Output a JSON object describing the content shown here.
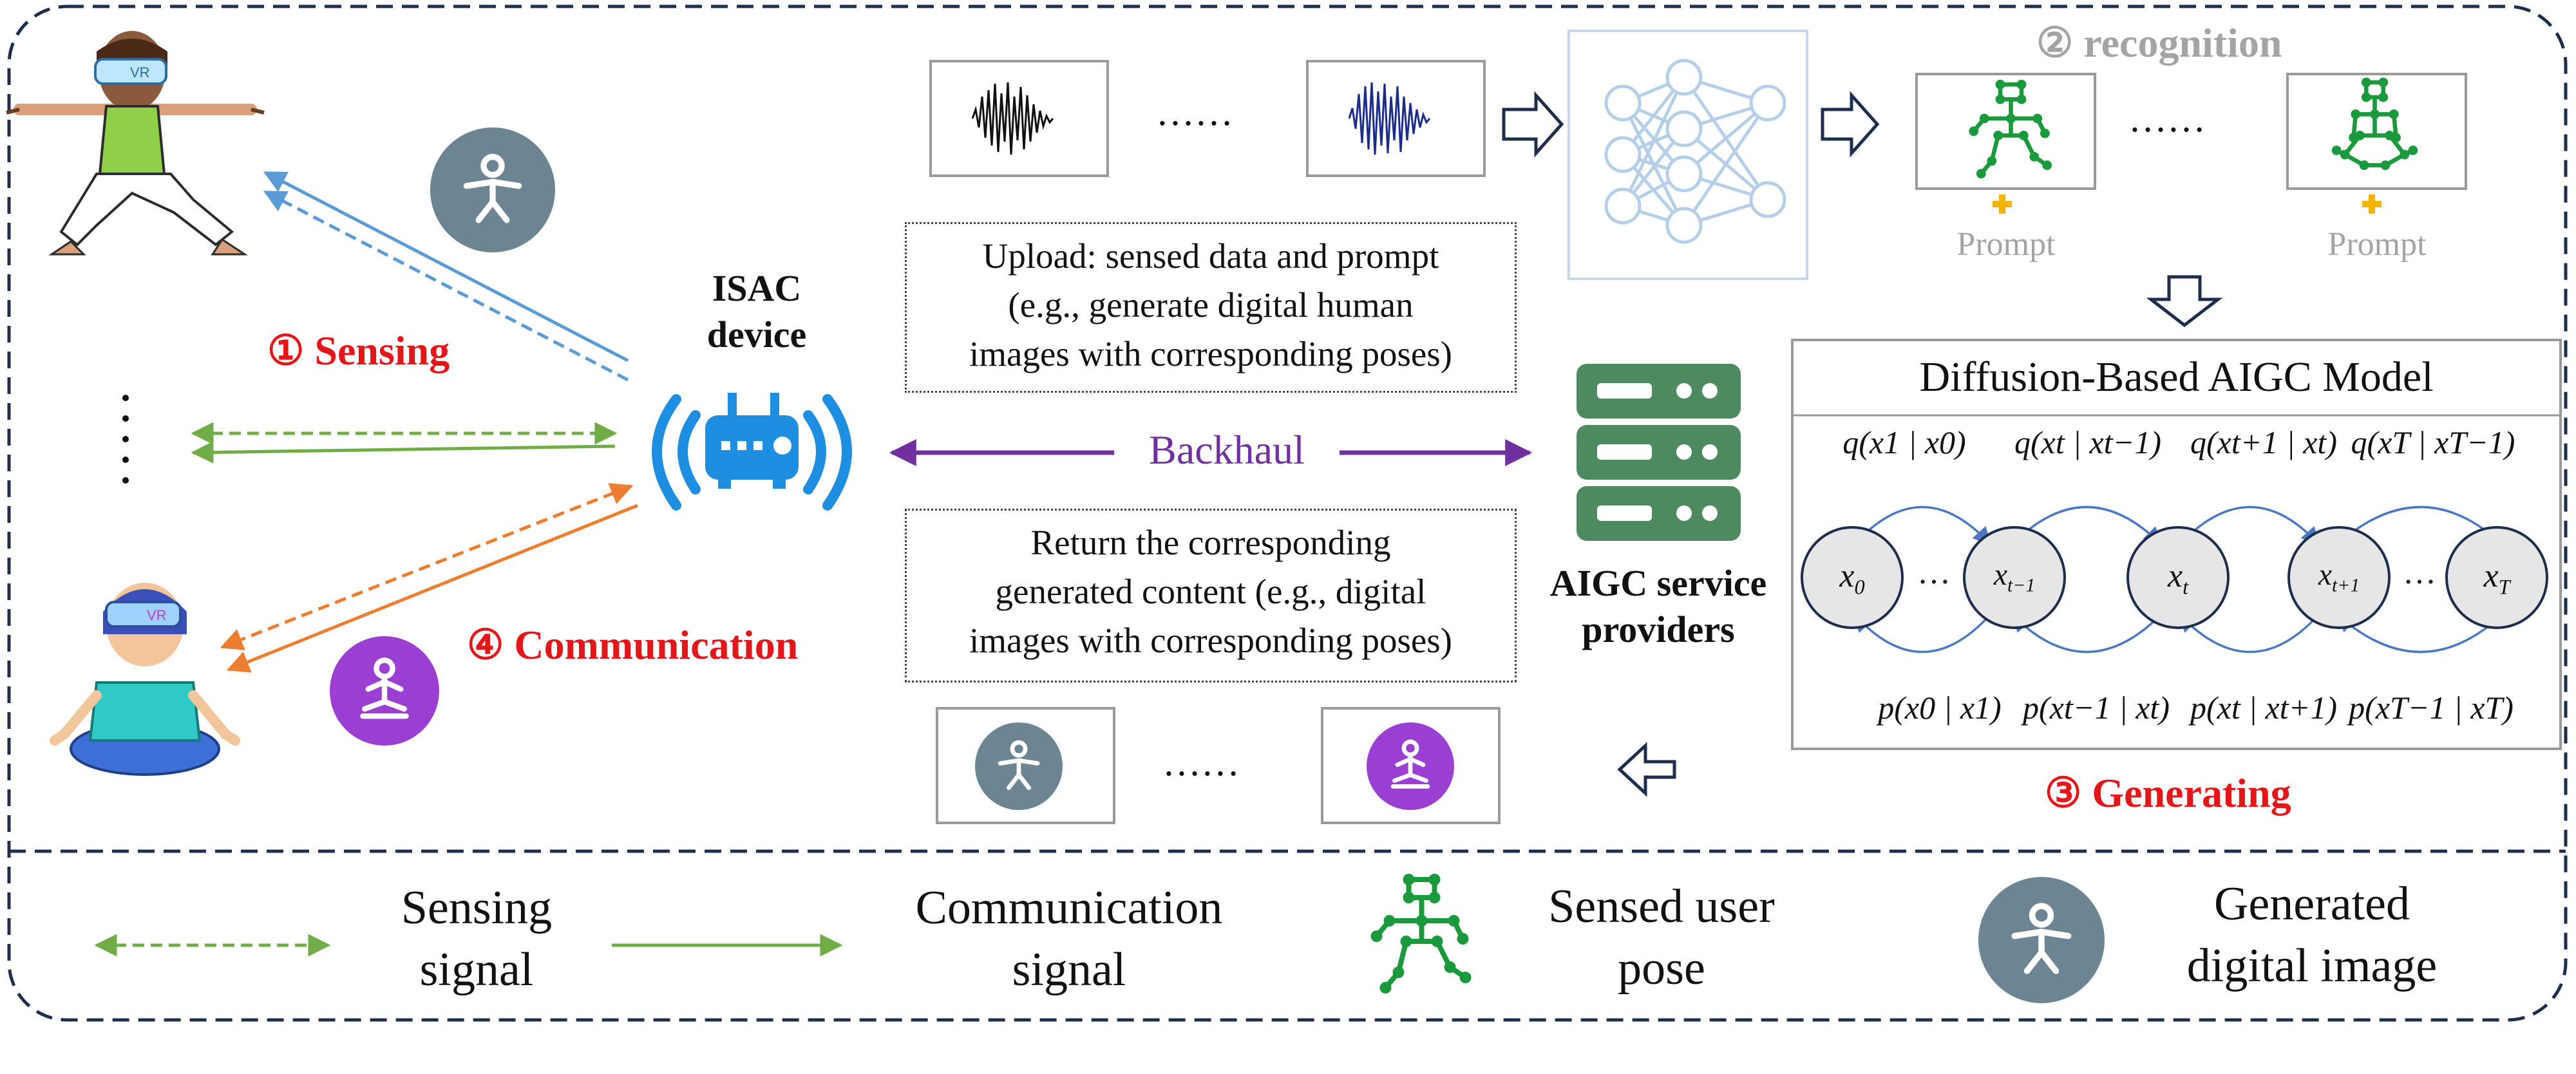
{
  "steps": {
    "sensing": "① Sensing",
    "recognition": "② recognition",
    "generating": "③ Generating",
    "communication": "④ Communication"
  },
  "isac_device": {
    "line1": "ISAC",
    "line2": "device"
  },
  "aigc_provider": {
    "line1": "AIGC service",
    "line2": "providers"
  },
  "backhaul": "Backhaul",
  "upload_box": {
    "line1": "Upload: sensed data and prompt",
    "line2": "(e.g., generate digital human",
    "line3": "images with corresponding poses)"
  },
  "return_box": {
    "line1": "Return the corresponding",
    "line2": "generated content (e.g., digital",
    "line3": "images with corresponding poses)"
  },
  "ellipsis": "……",
  "vertical_ellipsis": "⋮",
  "prompt_label_1": "Prompt",
  "prompt_label_2": "Prompt",
  "model": {
    "title": "Diffusion-Based AIGC Model",
    "nodes": [
      "x0",
      "x_{t-1}",
      "x_t",
      "x_{t+1}",
      "x_T"
    ],
    "node_dots": "…",
    "forward_labels": [
      "q(x1 | x0)",
      "q(xt | xt−1)",
      "q(xt+1 | xt)",
      "q(xT | xT−1)"
    ],
    "reverse_labels": [
      "p(x0 | x1)",
      "p(xt−1 | xt)",
      "p(xt | xt+1)",
      "p(xT−1 | xT)"
    ]
  },
  "legend": {
    "sensing_l1": "Sensing",
    "sensing_l2": "signal",
    "comm_l1": "Communication",
    "comm_l2": "signal",
    "pose_l1": "Sensed user",
    "pose_l2": "pose",
    "image_l1": "Generated",
    "image_l2": "digital image"
  },
  "colors": {
    "sensing_red": "#e3171a",
    "blue_arrow": "#5b9bd5",
    "green_signal": "#70ad47",
    "orange_signal": "#ed7d31",
    "purple_backhaul": "#7030a0",
    "server_green": "#4e8a5f",
    "router_blue": "#1e8fe0",
    "pose_green": "#1a9a3c",
    "prompt_plus": "#f4b400",
    "node_fill": "#e6e6e6",
    "avatar_gray": "#6d8592",
    "avatar_purple": "#9b3fd2",
    "frame_navy": "#1f2d4d"
  }
}
